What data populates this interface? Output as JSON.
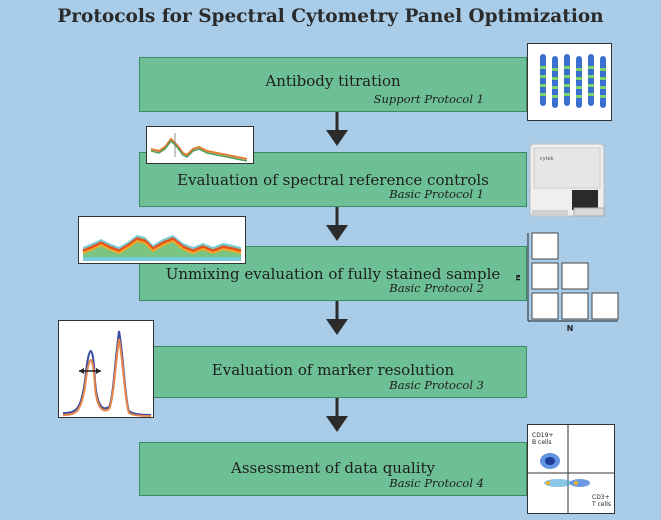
{
  "title": "Protocols for Spectral Cytometry Panel Optimization",
  "steps": [
    {
      "label": "Antibody titration",
      "protocol": "Support Protocol 1"
    },
    {
      "label": "Evaluation of spectral reference controls",
      "protocol": "Basic Protocol 1"
    },
    {
      "label": "Unmixing evaluation of fully stained sample",
      "protocol": "Basic Protocol 2"
    },
    {
      "label": "Evaluation of marker resolution",
      "protocol": "Basic Protocol 3"
    },
    {
      "label": "Assessment of data quality",
      "protocol": "Basic Protocol 4"
    }
  ],
  "nxn": {
    "row_axis": "N",
    "col_axis": "N"
  },
  "plot": {
    "gate_top": "CD19+\nB cells",
    "gate_bottom": "CD3+\nT cells"
  },
  "colors": {
    "background": "#a9cde9",
    "box": "#6dbf95",
    "arrow": "#2b2b2b"
  }
}
